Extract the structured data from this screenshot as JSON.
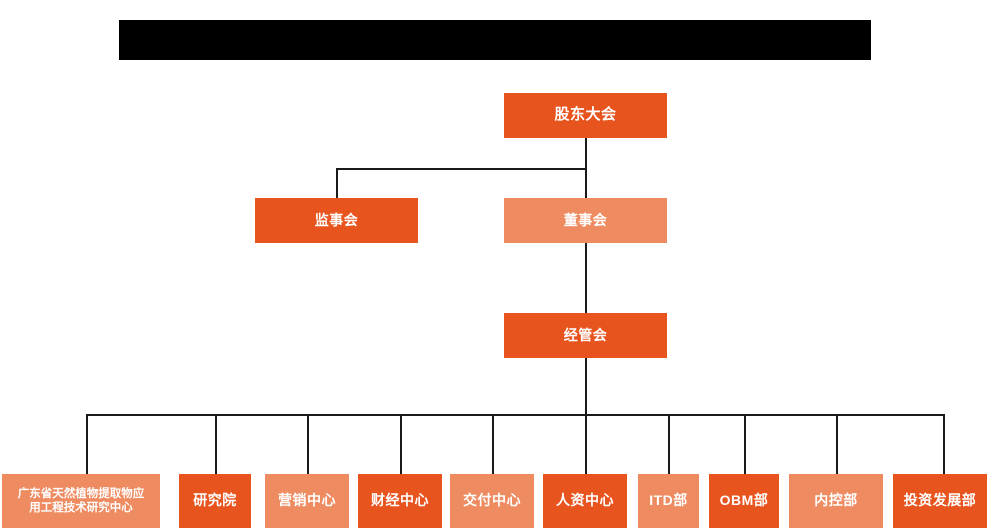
{
  "chart": {
    "type": "org-chart",
    "title_banner": {
      "label": "",
      "redacted": true,
      "color": "#000000"
    },
    "colors": {
      "dark_orange": "#E8541E",
      "light_orange": "#EE8B60",
      "connector": "#1a1a1a",
      "background": "#ffffff",
      "text": "#ffffff"
    },
    "levels": {
      "level1": [
        {
          "label": "股东大会",
          "tone": "dark"
        }
      ],
      "level2": [
        {
          "label": "监事会",
          "tone": "dark"
        },
        {
          "label": "董事会",
          "tone": "light"
        }
      ],
      "level3": [
        {
          "label": "经管会",
          "tone": "dark"
        }
      ],
      "level4": [
        {
          "label": "广东省天然植物提取物应用工程技术研究中心",
          "line1": "广东省天然植物提取物应",
          "line2": "用工程技术研究中心",
          "tone": "light"
        },
        {
          "label": "研究院",
          "tone": "dark"
        },
        {
          "label": "营销中心",
          "tone": "light"
        },
        {
          "label": "财经中心",
          "tone": "dark"
        },
        {
          "label": "交付中心",
          "tone": "light"
        },
        {
          "label": "人资中心",
          "tone": "dark"
        },
        {
          "label": "ITD部",
          "tone": "light"
        },
        {
          "label": "OBM部",
          "tone": "dark"
        },
        {
          "label": "内控部",
          "tone": "light"
        },
        {
          "label": "投资发展部",
          "tone": "dark"
        }
      ]
    }
  }
}
